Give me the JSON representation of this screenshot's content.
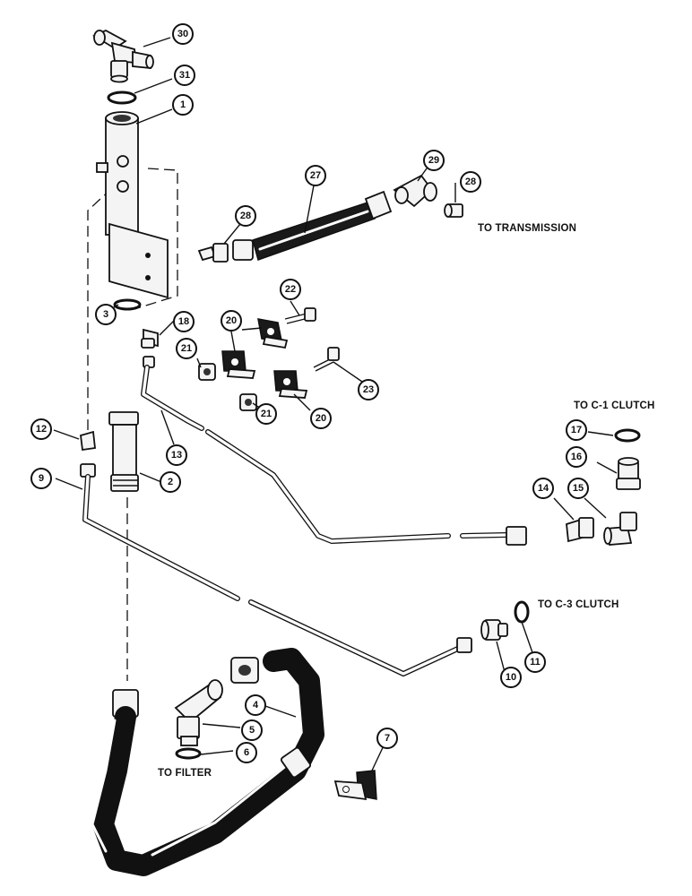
{
  "callouts": [
    {
      "id": "c30",
      "label": "30"
    },
    {
      "id": "c31",
      "label": "31"
    },
    {
      "id": "c1",
      "label": "1"
    },
    {
      "id": "c27",
      "label": "27"
    },
    {
      "id": "c29",
      "label": "29"
    },
    {
      "id": "c28a",
      "label": "28"
    },
    {
      "id": "c28b",
      "label": "28"
    },
    {
      "id": "c22",
      "label": "22"
    },
    {
      "id": "c20a",
      "label": "20"
    },
    {
      "id": "c20b",
      "label": "20"
    },
    {
      "id": "c23",
      "label": "23"
    },
    {
      "id": "c21a",
      "label": "21"
    },
    {
      "id": "c21b",
      "label": "21"
    },
    {
      "id": "c18",
      "label": "18"
    },
    {
      "id": "c3",
      "label": "3"
    },
    {
      "id": "c12",
      "label": "12"
    },
    {
      "id": "c13",
      "label": "13"
    },
    {
      "id": "c2",
      "label": "2"
    },
    {
      "id": "c9",
      "label": "9"
    },
    {
      "id": "c17",
      "label": "17"
    },
    {
      "id": "c16",
      "label": "16"
    },
    {
      "id": "c14",
      "label": "14"
    },
    {
      "id": "c15",
      "label": "15"
    },
    {
      "id": "c10",
      "label": "10"
    },
    {
      "id": "c11",
      "label": "11"
    },
    {
      "id": "c4",
      "label": "4"
    },
    {
      "id": "c5",
      "label": "5"
    },
    {
      "id": "c6",
      "label": "6"
    },
    {
      "id": "c7",
      "label": "7"
    }
  ],
  "destinations": {
    "transmission": "TO TRANSMISSION",
    "c1_clutch": "TO C-1 CLUTCH",
    "c3_clutch": "TO C-3 CLUTCH",
    "filter": "TO FILTER"
  }
}
